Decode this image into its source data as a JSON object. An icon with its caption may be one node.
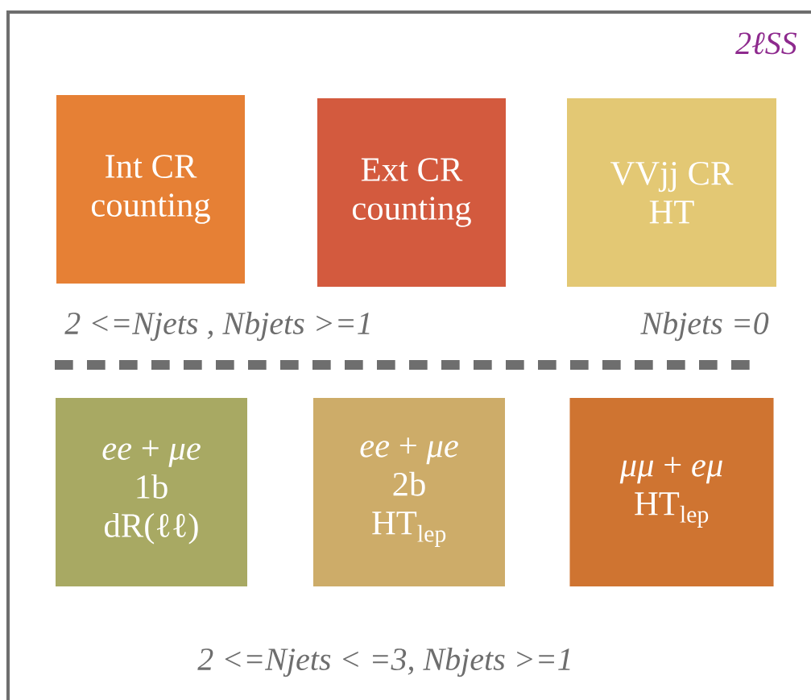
{
  "diagram": {
    "title": "2ℓSS",
    "nodes": [
      {
        "text": [
          "Int CR",
          "counting"
        ]
      },
      {
        "text": [
          "Ext CR",
          "counting"
        ]
      },
      {
        "text": [
          "VVjj CR",
          "HT"
        ]
      },
      {
        "text": [
          "*ee* + *μe*",
          "1b",
          "dR(ℓℓ)"
        ]
      },
      {
        "text": [
          "*ee* + *μe*",
          "2b",
          "HT$_{lep}$"
        ]
      },
      {
        "text": [
          "*μμ* + *eμ*",
          "HT$_{lep}$"
        ]
      }
    ],
    "labels": [
      "2 <=Njets , Nbjets >=1",
      "Nbjets =0",
      "2 <=Njets < =3, Nbjets >=1"
    ]
  }
}
